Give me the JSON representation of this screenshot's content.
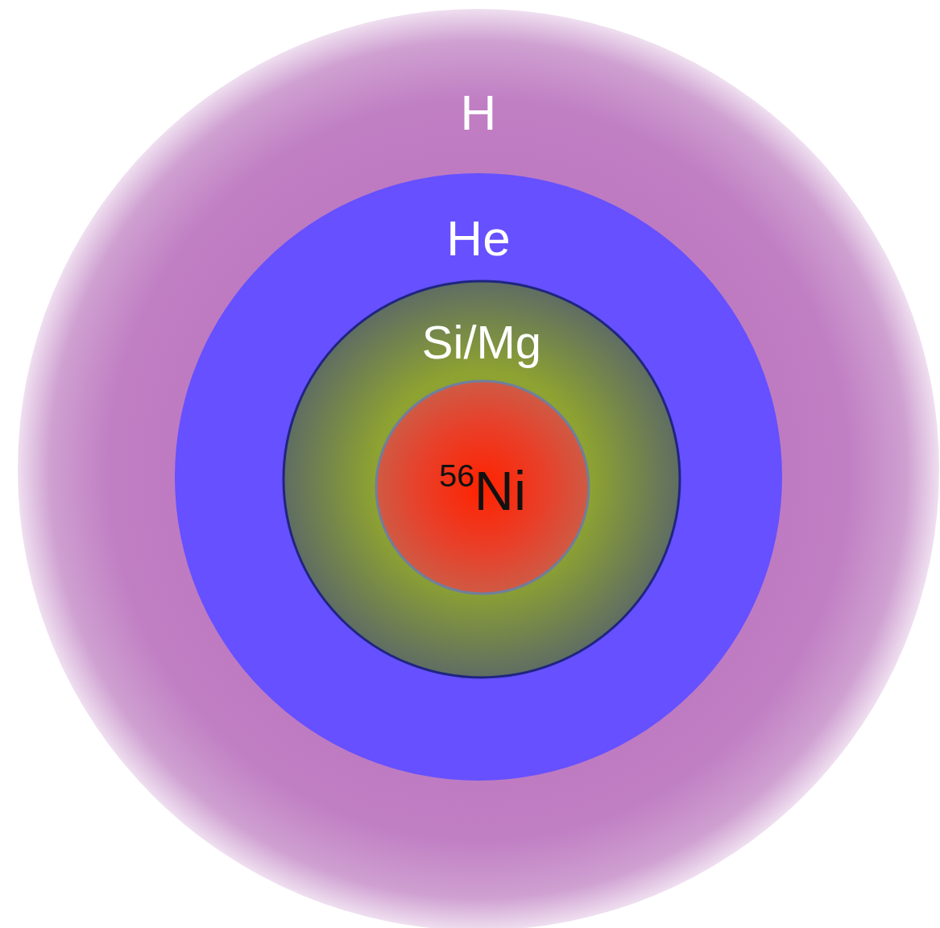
{
  "diagram": {
    "nodes": [
      {
        "text": [
          "H"
        ]
      },
      {
        "text": [
          "He"
        ],
        "in": 0
      },
      {
        "text": [
          "Si/Mg"
        ],
        "in": 1
      },
      {
        "text": [
          "56",
          "Ni"
        ],
        "in": 2
      }
    ]
  }
}
